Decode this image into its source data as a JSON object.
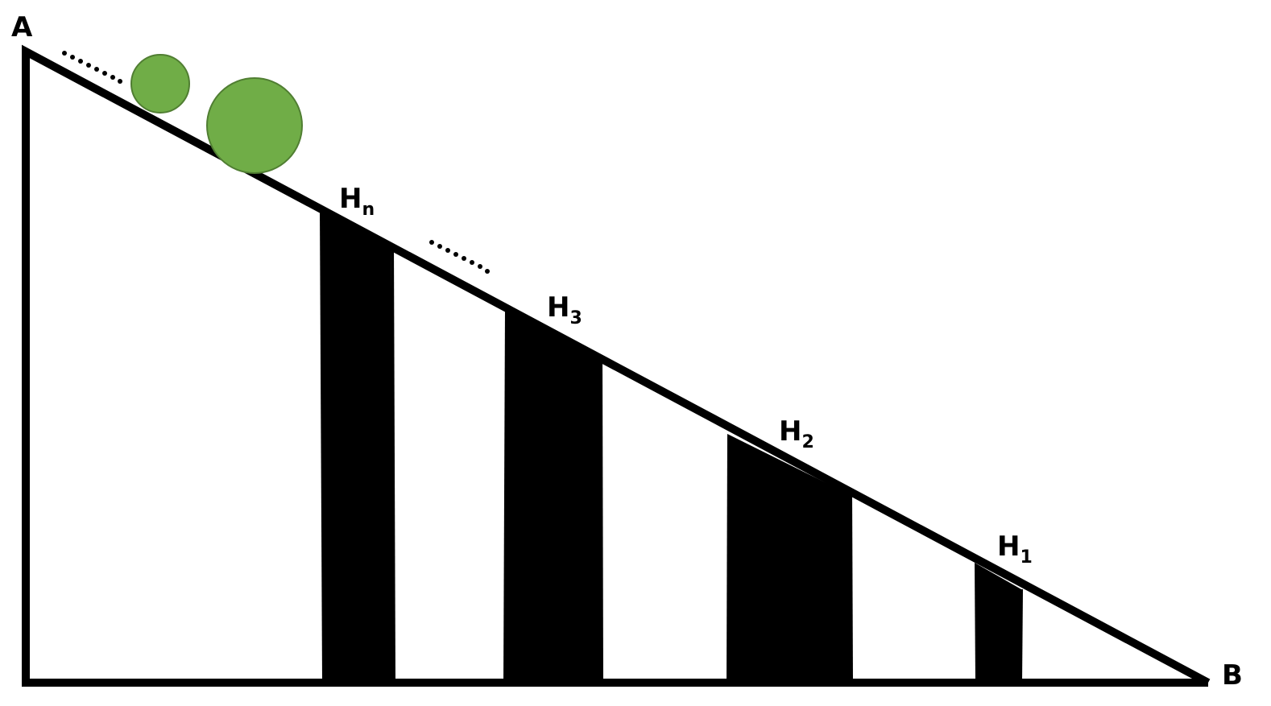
{
  "diagram": {
    "vertices": {
      "a": "A",
      "b": "B"
    },
    "barriers": [
      {
        "id": "barrier-1",
        "letter": "H",
        "subscript": "1"
      },
      {
        "id": "barrier-2",
        "letter": "H",
        "subscript": "2"
      },
      {
        "id": "barrier-3",
        "letter": "H",
        "subscript": "3"
      },
      {
        "id": "barrier-n",
        "letter": "H",
        "subscript": "n"
      }
    ],
    "colors": {
      "outline": "#000000",
      "barrier_fill": "#000000",
      "ball_fill": "#70ad47",
      "ball_stroke": "#507e32",
      "background": "#ffffff"
    }
  }
}
